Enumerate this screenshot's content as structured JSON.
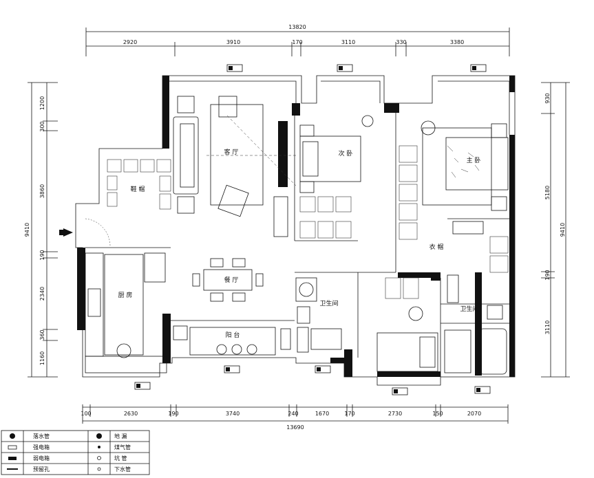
{
  "dimensions": {
    "top_total": "13820",
    "top_segments": [
      "2920",
      "3910",
      "170",
      "3110",
      "330",
      "3380"
    ],
    "bottom_total": "13690",
    "bottom_segments": [
      "100",
      "2630",
      "190",
      "3740",
      "240",
      "1670",
      "170",
      "2730",
      "150",
      "2070"
    ],
    "left_total": "9410",
    "left_segments": [
      "1200",
      "300",
      "3860",
      "190",
      "2340",
      "360",
      "1160"
    ],
    "right_total": "9410",
    "right_segments": [
      "930",
      "5180",
      "190",
      "3110"
    ]
  },
  "rooms": {
    "living": "客 厅",
    "second_bedroom": "次 卧",
    "master_bedroom": "主 卧",
    "shoe_cabinet": "鞋 帽",
    "wardrobe": "衣 帽",
    "dining": "餐 厅",
    "kitchen": "厨 房",
    "bathroom_1": "卫生间",
    "bathroom_2": "卫生间",
    "balcony": "阳 台"
  },
  "legend": {
    "rows": [
      {
        "left": "落水管",
        "right": "地  漏"
      },
      {
        "left": "强电箱",
        "right": "煤气管"
      },
      {
        "left": "弱电箱",
        "right": "坑  管"
      },
      {
        "left": "预留孔",
        "right": "下水管"
      }
    ]
  }
}
